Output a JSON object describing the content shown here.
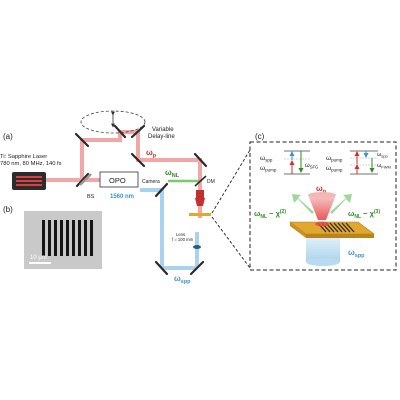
{
  "panels": {
    "a": "(a)",
    "b": "(b)",
    "c": "(c)"
  },
  "laser": {
    "line1": "Ti: Sapphire Laser",
    "line2": "780 nm, 80 MHz, 140 fs"
  },
  "delay_line": {
    "line1": "Variable",
    "line2": "Delay-line"
  },
  "labels": {
    "omega_p": "ω",
    "omega_p_sub": "p",
    "omega_nl": "ω",
    "omega_nl_sub": "NL",
    "camera": "Camera",
    "dm": "DM",
    "bs": "BS",
    "opo": "OPO",
    "wavelength": "1560 nm",
    "lens_line1": "Lens",
    "lens_line2": "f = 100 mm",
    "omega_spp": "ω",
    "omega_spp_sub": "spp",
    "scale_bar": "10 μm"
  },
  "panel_c": {
    "sfg_top": "ω",
    "sfg_top_sub": "spp",
    "sfg_bottom": "ω",
    "sfg_bottom_sub": "pump",
    "sfg_out": "ω",
    "sfg_out_sub": "SFG",
    "fwm_top": "ω",
    "fwm_top_sub": "pump",
    "fwm_bottom": "ω",
    "fwm_bottom_sub": "pump",
    "fwm_right_top": "ω",
    "fwm_right_top_sub": "spp",
    "fwm_out": "ω",
    "fwm_out_sub": "FWM",
    "omega_p": "ω",
    "omega_p_sub": "p",
    "nl_left": "ω",
    "nl_left_sub": "NL",
    "nl_left_rest": " − χ",
    "nl_left_sup": "(2)",
    "nl_right": "ω",
    "nl_right_sub": "NL",
    "nl_right_rest": " − χ",
    "nl_right_sup": "(3)",
    "omega_spp": "ω",
    "omega_spp_sub": "spp"
  },
  "colors": {
    "pump_beam": "#f2a6a6",
    "spp_beam": "#a9d2ee",
    "red_label": "#d92b2b",
    "blue_label": "#3a93d0",
    "green_label": "#2e8b22",
    "gold": "#e2a72f",
    "dark": "#2a2a2a"
  }
}
